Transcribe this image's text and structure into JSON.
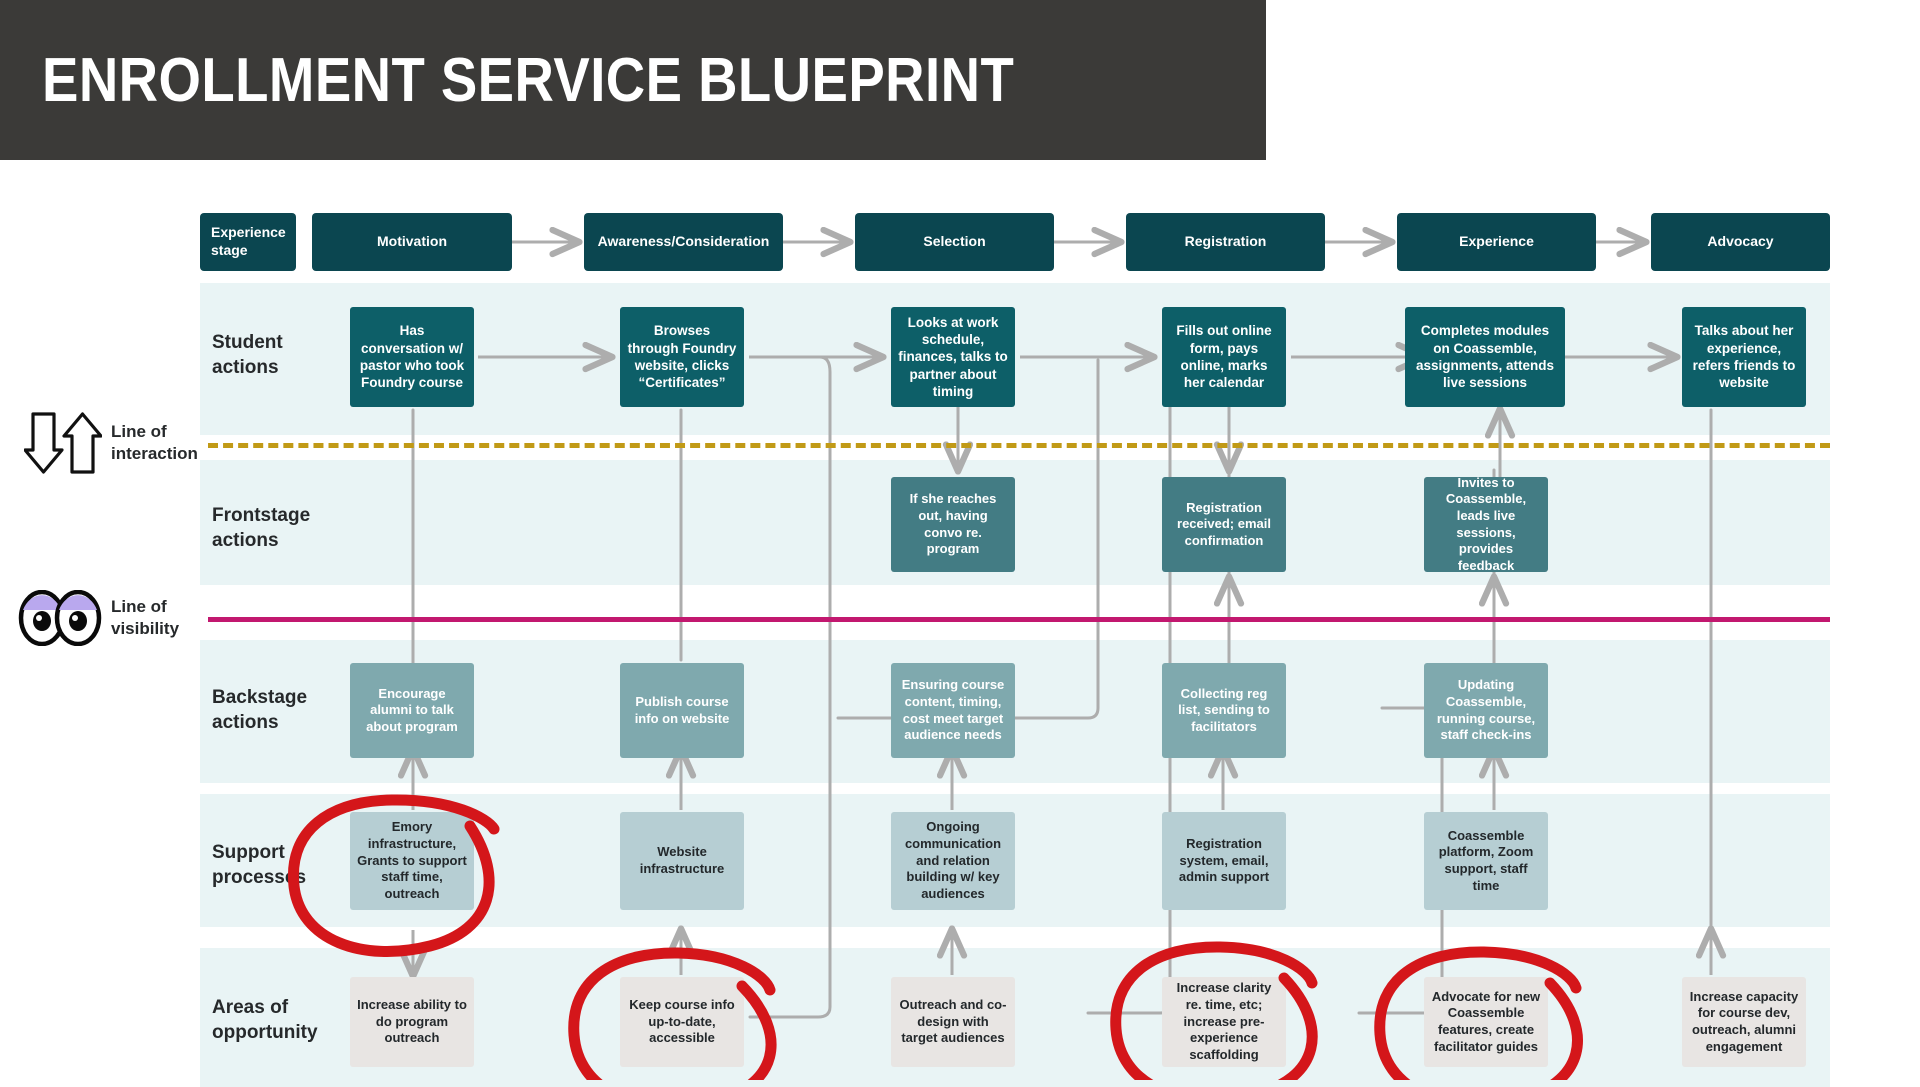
{
  "title": "ENROLLMENT SERVICE BLUEPRINT",
  "stage_row": {
    "first_label": "Experience\nstage",
    "first_label_line1": "Experience",
    "first_label_line2": "stage",
    "stages": [
      {
        "label": "Motivation"
      },
      {
        "label": "Awareness/Consideration"
      },
      {
        "label": "Selection"
      },
      {
        "label": "Registration"
      },
      {
        "label": "Experience"
      },
      {
        "label": "Advocacy"
      }
    ]
  },
  "lanes": [
    {
      "id": "student",
      "label_line1": "Student",
      "label_line2": "actions",
      "nodes": [
        {
          "column": "Motivation",
          "text": "Has conversation w/ pastor who took Foundry course"
        },
        {
          "column": "Awareness/Consideration",
          "text": "Browses through Foundry website, clicks “Certificates”"
        },
        {
          "column": "Selection",
          "text": "Looks at work schedule, finances, talks to partner about timing"
        },
        {
          "column": "Registration",
          "text": "Fills out online form, pays online, marks her calendar"
        },
        {
          "column": "Experience",
          "text": "Completes modules on Coassemble, assignments, attends live sessions"
        },
        {
          "column": "Advocacy",
          "text": "Talks about her experience, refers friends to website"
        }
      ]
    },
    {
      "id": "frontstage",
      "label_line1": "Frontstage",
      "label_line2": "actions",
      "nodes": [
        {
          "column": "Selection",
          "text": "If she reaches out, having convo re. program"
        },
        {
          "column": "Registration",
          "text": "Registration received; email confirmation"
        },
        {
          "column": "Experience",
          "text": "Invites to Coassemble, leads live sessions, provides feedback"
        }
      ]
    },
    {
      "id": "backstage",
      "label_line1": "Backstage",
      "label_line2": "actions",
      "nodes": [
        {
          "column": "Motivation",
          "text": "Encourage alumni to talk about program"
        },
        {
          "column": "Awareness/Consideration",
          "text": "Publish course info on website"
        },
        {
          "column": "Selection",
          "text": "Ensuring course content, timing, cost meet target audience needs"
        },
        {
          "column": "Registration",
          "text": "Collecting reg list, sending to facilitators"
        },
        {
          "column": "Experience",
          "text": "Updating Coassemble, running course, staff check-ins"
        }
      ]
    },
    {
      "id": "support",
      "label_line1": "Support",
      "label_line2": "processes",
      "nodes": [
        {
          "column": "Motivation",
          "text": "Emory infrastructure, Grants to support staff time, outreach"
        },
        {
          "column": "Awareness/Consideration",
          "text": "Website infrastructure"
        },
        {
          "column": "Selection",
          "text": "Ongoing communication and relation building w/ key audiences"
        },
        {
          "column": "Registration",
          "text": "Registration system, email, admin support"
        },
        {
          "column": "Experience",
          "text": "Coassemble platform, Zoom support, staff time"
        }
      ]
    },
    {
      "id": "opportunity",
      "label_line1": "Areas of",
      "label_line2": "opportunity",
      "nodes": [
        {
          "column": "Motivation",
          "text": "Increase ability to do program outreach"
        },
        {
          "column": "Awareness/Consideration",
          "text": "Keep course info up-to-date, accessible"
        },
        {
          "column": "Selection",
          "text": "Outreach and co-design with target audiences"
        },
        {
          "column": "Registration",
          "text": "Increase clarity re. time, etc; increase pre-experience scaffolding"
        },
        {
          "column": "Experience",
          "text": "Advocate for new Coassemble features, create facilitator guides"
        },
        {
          "column": "Advocacy",
          "text": "Increase capacity for course dev, outreach, alumni engagement"
        }
      ]
    }
  ],
  "separators": [
    {
      "id": "line-interaction",
      "label_line1": "Line of",
      "label_line2": "interaction",
      "icon_down": "arrow-down-outline-icon",
      "icon_up": "arrow-up-outline-icon",
      "color": "#c19a16",
      "style": "dashed"
    },
    {
      "id": "line-visibility",
      "label_line1": "Line of",
      "label_line2": "visibility",
      "icon": "eyes-icon",
      "color": "#c2186f",
      "style": "solid"
    }
  ],
  "annotations": {
    "color": "#d4161a",
    "circled_nodes": [
      "Emory infrastructure, Grants to support staff time, outreach",
      "Keep course info up-to-date, accessible",
      "Increase clarity re. time, etc; increase pre-experience scaffolding",
      "Advocate for new Coassemble features, create facilitator guides"
    ]
  },
  "colors": {
    "banner": "#3b3a38",
    "stage": "#0b4650",
    "student": "#0d5f68",
    "frontstage": "#437c84",
    "backstage": "#7fa9ae",
    "support": "#b6ced3",
    "opportunity": "#e8e5e3",
    "lane_band": "#e9f4f5",
    "connector": "#adadad"
  }
}
